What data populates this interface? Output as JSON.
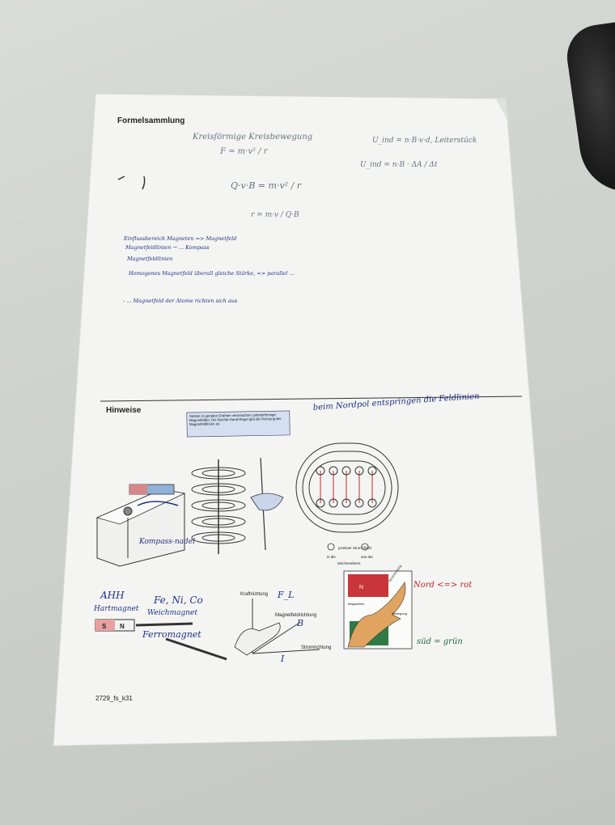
{
  "sheet": {
    "header_title": "Formelsammlung",
    "section_title": "Hinweise",
    "footer_code": "2729_fs_k31"
  },
  "formulas": {
    "circle_title": "Kreisförmige Kreisbewegung",
    "f_eq": "F = m·v² / r",
    "q_eq": "Q·v·B = m·v² / r",
    "r_eq": "r = m·v / Q·B",
    "uind1": "U_ind = n·B·v·d, Leiterstück",
    "uind2": "U_ind = n·B · ΔA / Δt"
  },
  "notes": {
    "line1": "Einflussbereich Magneten => Magnetfeld",
    "line2": "Magnetfeldlinien → ... Kompass",
    "line3": "Magnetfeldlinien",
    "line4": "Homogenes Magnetfeld überall gleiche Stärke, => parallel ...",
    "line5": "- ... Magnetfeld der Atome richten sich aus"
  },
  "hinweise": {
    "box_text": "Ströme in geraden Drähten verursachen zylinderförmige Magnetfelder. Die Rechte-Hand-Regel gibt die Richtung der Magnetfeldlinien an.",
    "nordpol_note": "beim Nordpol entspringen die Feldlinien",
    "kompass_label": "Kompass-nadel",
    "strom_label": "positiver Strom fließt",
    "in_die": "in die",
    "aus_der": "aus der",
    "zeichenebene": "Zeichenebene",
    "ahh": "AHH",
    "hartmagnet": "Hartmagnet",
    "fe_ni_co": "Fe, Ni, Co",
    "weichmagnet": "Weichmagnet",
    "ferromagnet": "Ferromagnet",
    "kraftrichtung": "Kraftrichtung",
    "fl": "F_L",
    "magnetfeldrichtung": "Magnetfeldrichtung",
    "b": "B",
    "stromrichtung": "Stromrichtung",
    "i": "I",
    "nord_rot": "Nord <=> rot",
    "sued_gruen": "süd = grün",
    "n_label": "N",
    "s_label": "S",
    "magnetfeld": "Magnetfeld",
    "bewegung": "Bewegung",
    "stromrichtung_small": "Stromrichtung"
  }
}
